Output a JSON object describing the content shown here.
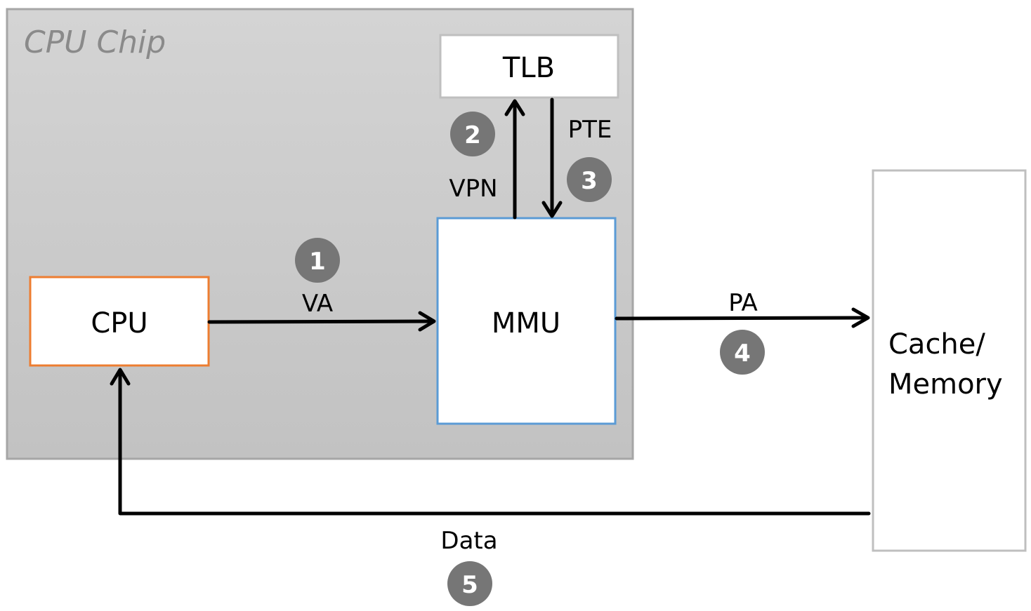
{
  "chip": {
    "title": "CPU Chip"
  },
  "blocks": {
    "tlb": "TLB",
    "cpu": "CPU",
    "mmu": "MMU",
    "memory_line1": "Cache/",
    "memory_line2": "Memory"
  },
  "signals": {
    "va": "VA",
    "vpn": "VPN",
    "pte": "PTE",
    "pa": "PA",
    "data": "Data"
  },
  "steps": [
    "1",
    "2",
    "3",
    "4",
    "5"
  ],
  "colors": {
    "chip_fill_top": "#d3d3d3",
    "chip_fill_bottom": "#c3c3c3",
    "chip_border": "#a6a6a6",
    "cpu_border": "#ed7d31",
    "mmu_border": "#5b9bd5",
    "box_border": "#bfbfbf",
    "badge_fill": "#767676",
    "arrow": "#000000"
  }
}
